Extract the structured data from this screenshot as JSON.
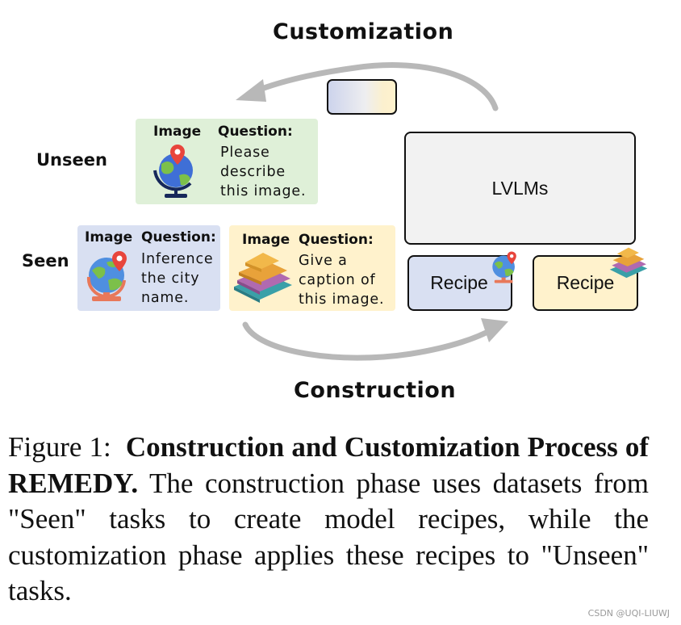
{
  "figure": {
    "customization_label": "Customization",
    "construction_label": "Construction",
    "unseen_label": "Unseen",
    "seen_label": "Seen",
    "lvlms_label": "LVLMs",
    "unseen_card": {
      "image_header": "Image",
      "question_header": "Question:",
      "question_lines": [
        "Please",
        "describe",
        "this image."
      ],
      "icon": "globe-pin-icon"
    },
    "seen_card_1": {
      "image_header": "Image",
      "question_header": "Question:",
      "question_lines": [
        "Inference",
        "the city",
        "name."
      ],
      "icon": "globe-pin-icon"
    },
    "seen_card_2": {
      "image_header": "Image",
      "question_header": "Question:",
      "question_lines": [
        "Give a",
        "caption of",
        "this image."
      ],
      "icon": "books-icon"
    },
    "recipe_1": {
      "label": "Recipe",
      "icon": "globe-pin-icon"
    },
    "recipe_2": {
      "label": "Recipe",
      "icon": "books-icon"
    },
    "colors": {
      "unseen_card_bg": "#dff0d8",
      "seen_blue_bg": "#d9e0f2",
      "seen_yellow_bg": "#fff2cc",
      "lvlms_bg": "#f2f2f2",
      "arrow_gray": "#b8b8b8"
    }
  },
  "caption": {
    "prefix": "Figure 1:",
    "title": "Construction and Customization Process of REMEDY.",
    "body": "The construction phase uses datasets from \"Seen\" tasks to create model recipes, while the customization phase applies these recipes to \"Unseen\" tasks."
  },
  "watermark": "CSDN @UQI-LIUWJ"
}
